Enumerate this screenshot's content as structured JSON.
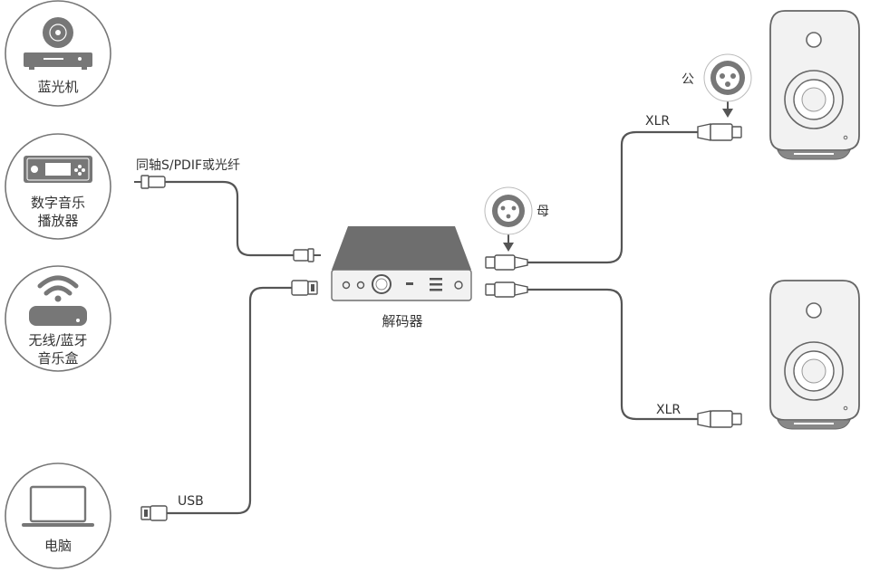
{
  "devices": {
    "bluray": "蓝光机",
    "music_player_line1": "数字音乐",
    "music_player_line2": "播放器",
    "wireless_line1": "无线/蓝牙",
    "wireless_line2": "音乐盒",
    "computer": "电脑",
    "decoder": "解码器"
  },
  "cables": {
    "coax": "同轴S/PDIF或光纤",
    "usb": "USB",
    "xlr_top": "XLR",
    "xlr_bottom": "XLR"
  },
  "connectors": {
    "male": "公",
    "female": "母"
  },
  "icons": {
    "bluray": "bluray-player-icon",
    "music_player": "digital-music-player-icon",
    "wireless": "wireless-speaker-box-icon",
    "computer": "laptop-icon",
    "decoder": "dac-decoder-icon",
    "speaker": "studio-monitor-speaker-icon",
    "xlr_male": "xlr-male-connector-icon",
    "xlr_female": "xlr-female-connector-icon"
  },
  "colors": {
    "cable": "#555555",
    "device_body": "#777777",
    "speaker_body": "#f2f2f2"
  }
}
